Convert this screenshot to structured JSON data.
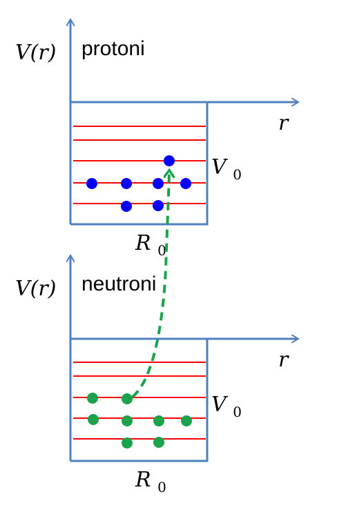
{
  "colors": {
    "axis": "#4f7fbd",
    "level": "#ff0000",
    "proton": "#0000ff",
    "neutron": "#1aa34a",
    "transition": "#1aa34a"
  },
  "panels": [
    {
      "id": "proton",
      "axis_label": "V(r)",
      "title": "protoni",
      "r_label": "r",
      "depth_label": "V0",
      "radius_label": "R0",
      "particles_per_level": [
        2,
        4,
        1,
        0,
        0
      ]
    },
    {
      "id": "neutron",
      "axis_label": "V(r)",
      "title": "neutroni",
      "r_label": "r",
      "depth_label": "V0",
      "radius_label": "R0",
      "particles_per_level": [
        2,
        4,
        2,
        0,
        0
      ]
    }
  ]
}
